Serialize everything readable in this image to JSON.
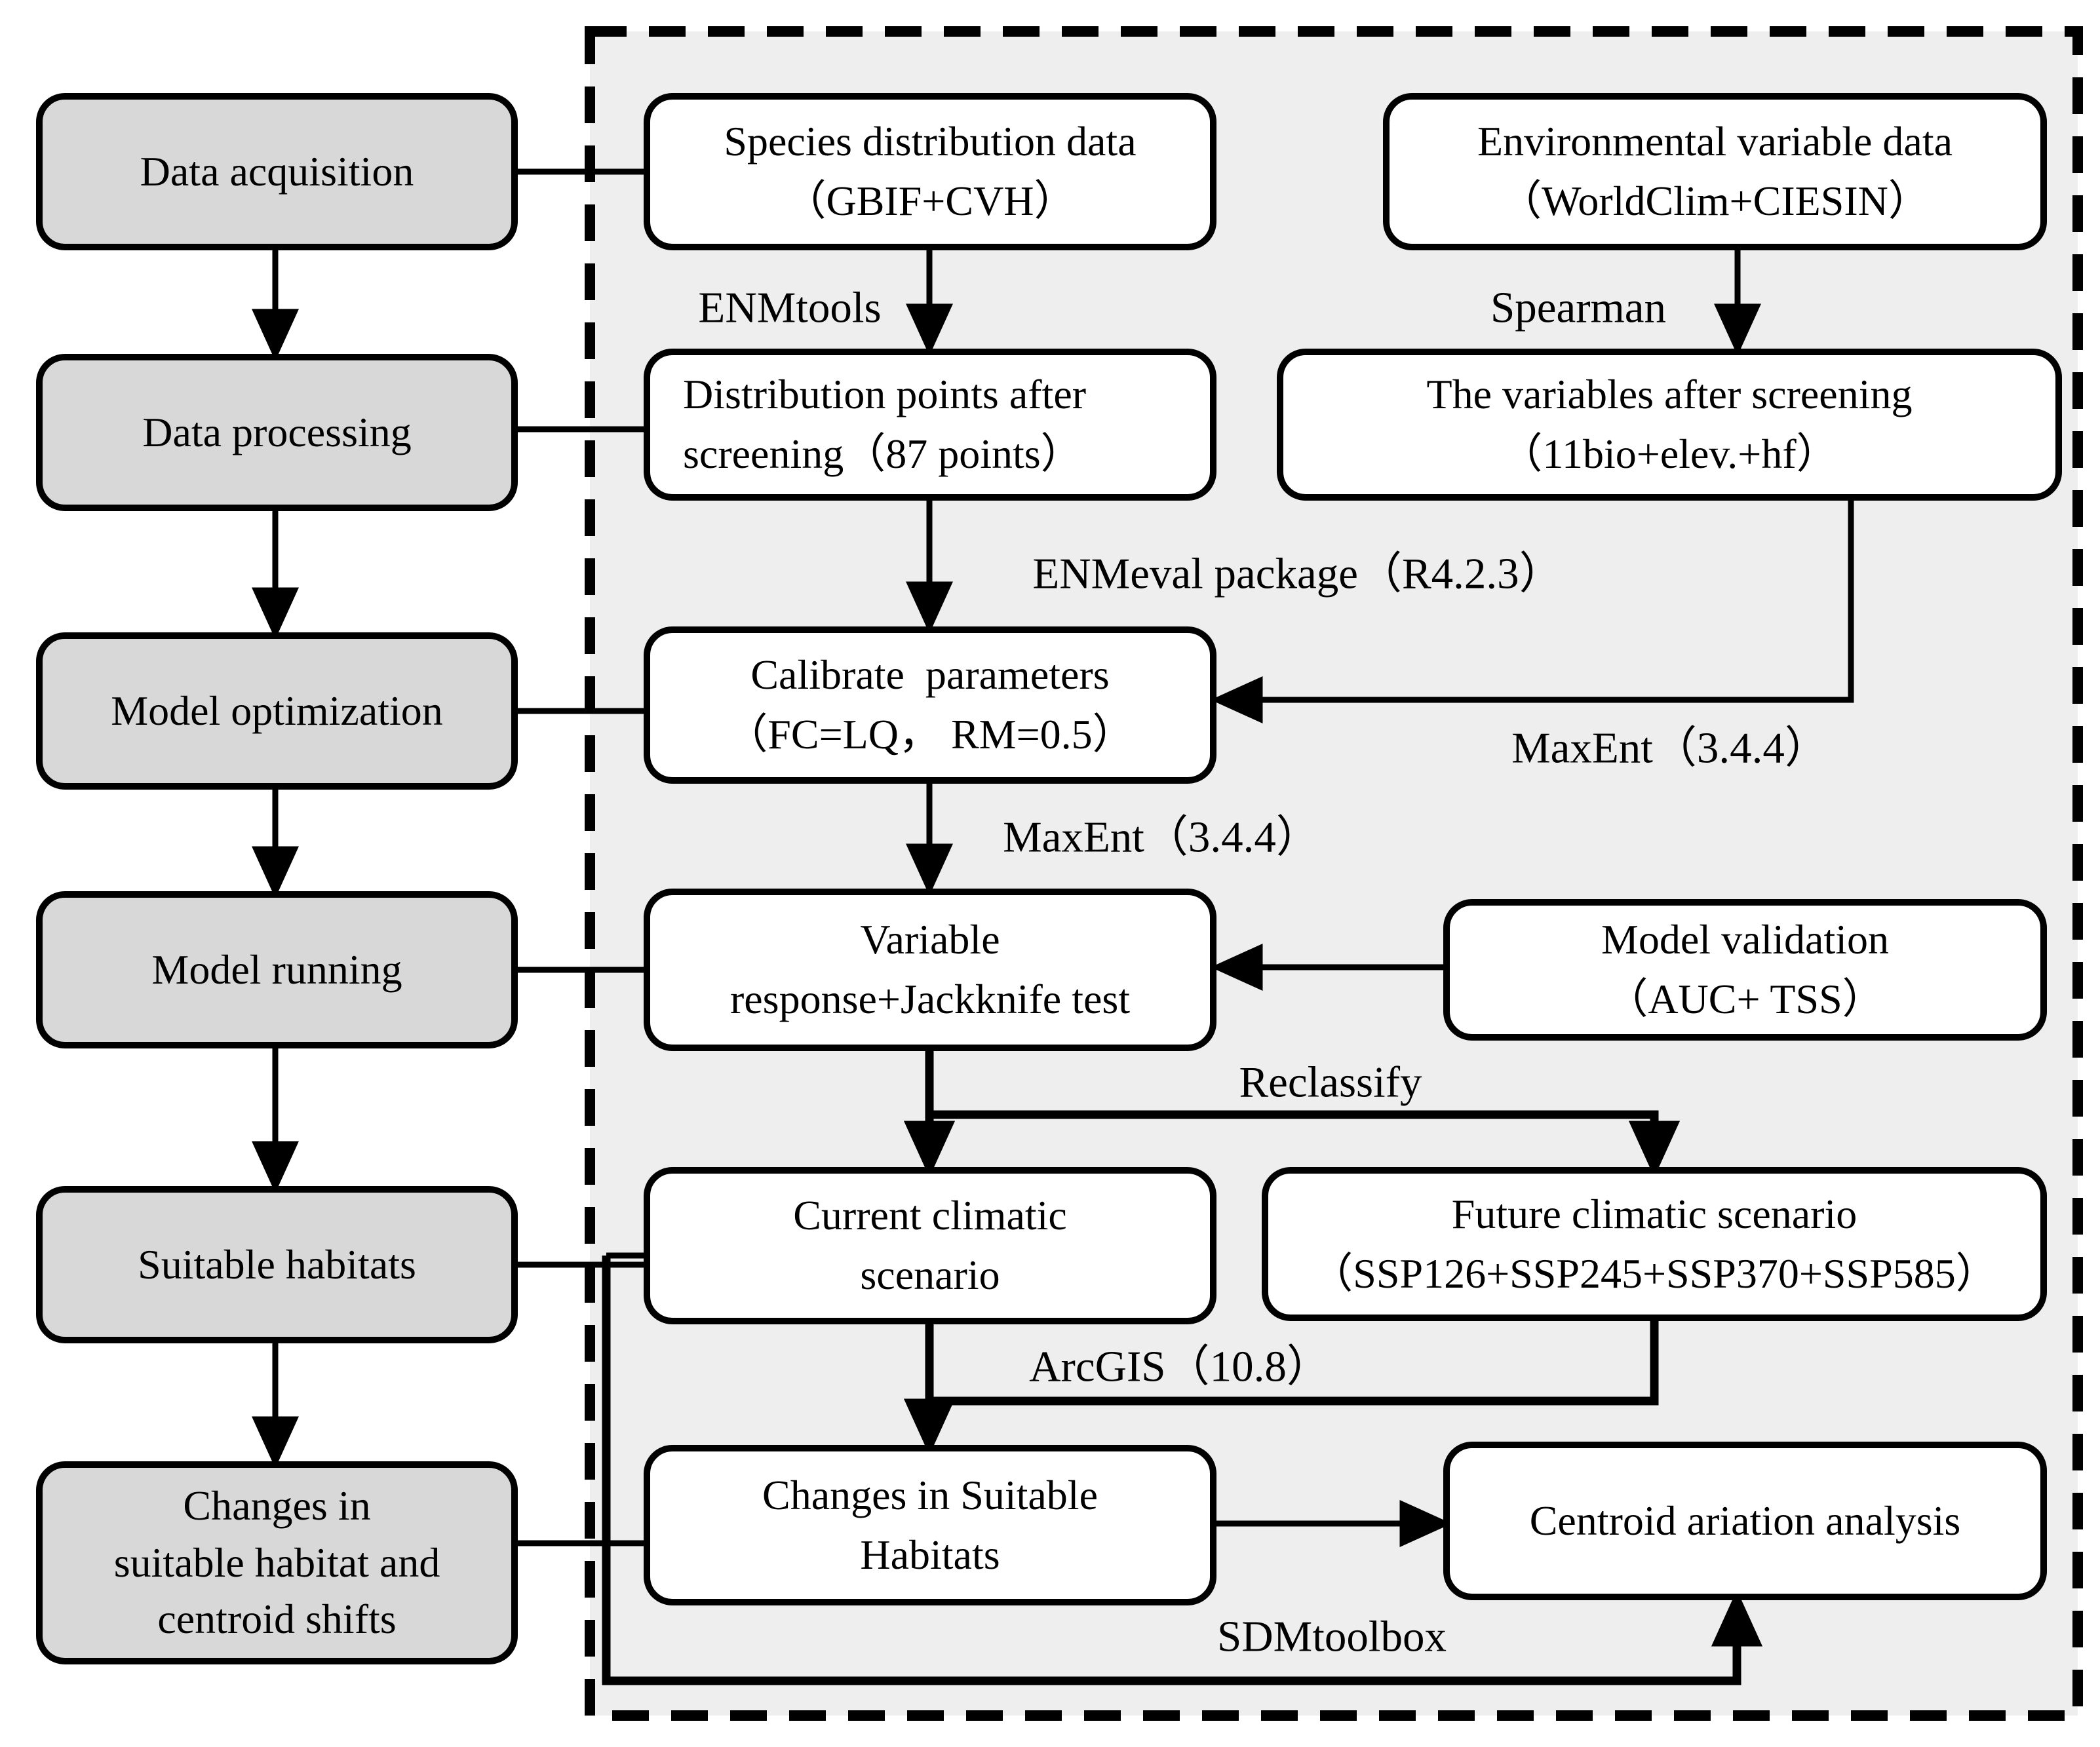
{
  "colors": {
    "panel_bg": "#efeeee",
    "stage_box_fill": "#d8d8d8",
    "process_box_fill": "#ffffff",
    "line": "#000000"
  },
  "left": {
    "b1": {
      "l1": "Data acquisition"
    },
    "b2": {
      "l1": "Data processing"
    },
    "b3": {
      "l1": "Model optimization"
    },
    "b4": {
      "l1": "Model running"
    },
    "b5": {
      "l1": "Suitable habitats"
    },
    "b6": {
      "l1": "Changes in",
      "l2": "suitable habitat and",
      "l3": "centroid shifts"
    }
  },
  "nodes": {
    "species": {
      "l1": "Species distribution data",
      "l2": "（GBIF+CVH）"
    },
    "env": {
      "l1": "Environmental variable data",
      "l2": "（WorldClim+CIESIN）"
    },
    "points": {
      "l1": "Distribution points after",
      "l2": "screening（87 points）"
    },
    "vars": {
      "l1": "The variables after screening",
      "l2": "（11bio+elev.+hf）"
    },
    "calibrate": {
      "l1": "Calibrate  parameters",
      "l2": "（FC=LQ， RM=0.5）"
    },
    "response": {
      "l1": "Variable",
      "l2": "response+Jackknife test"
    },
    "validation": {
      "l1": "Model validation",
      "l2": "（AUC+ TSS）"
    },
    "current": {
      "l1": "Current climatic",
      "l2": "scenario"
    },
    "future": {
      "l1": "Future climatic scenario",
      "l2": "（SSP126+SSP245+SSP370+SSP585）"
    },
    "changes": {
      "l1": "Changes in Suitable",
      "l2": "Habitats"
    },
    "centroid": {
      "l1": "Centroid ariation analysis"
    }
  },
  "edge_labels": {
    "enmtools": "ENMtools",
    "spearman": "Spearman",
    "enmeval": "ENMeval package（R4.2.3）",
    "maxent_into_calibrate": "MaxEnt（3.4.4）",
    "maxent_to_response": "MaxEnt（3.4.4）",
    "reclassify": "Reclassify",
    "arcgis": "ArcGIS（10.8）",
    "sdmtoolbox": "SDMtoolbox"
  }
}
